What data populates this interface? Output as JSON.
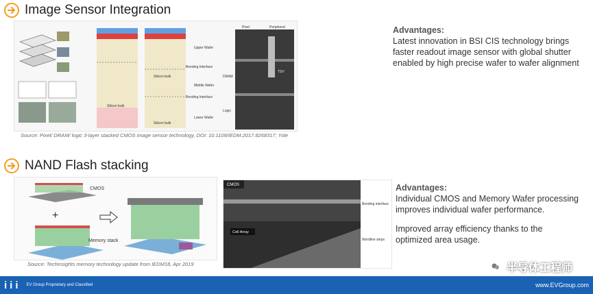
{
  "section1": {
    "title": "Image Sensor Integration",
    "caption": "Source: Pixel/ DRAM/ logic 3-layer stacked CMOS image sensor technology, DOI: 10.1109/IEDM.2017.8268317; Yole",
    "advantages_heading": "Advantages:",
    "advantages_text": "Latest innovation in BSI CIS technology brings faster readout image sensor with global shutter enabled by high precise wafer to wafer alignment",
    "fig_labels": {
      "upper_wafer": "Upper Wafer",
      "bonding_interface": "Bonding Interface",
      "middle_wafer": "Middle Wafer",
      "lower_wafer": "Lower Wafer",
      "silicon_bulk": "Silicon bulk",
      "pixel": "Pixel",
      "peripheral": "Peripheral",
      "tsv": "TSV",
      "dram": "DRAM",
      "logic": "Logic"
    }
  },
  "section2": {
    "title": "NAND Flash stacking",
    "caption": "Source: Techinsights memory technology update from IEDM18, Apr 2019",
    "advantages_heading": "Advantages:",
    "advantages_text1": "Individual CMOS and Memory Wafer processing  improves individual wafer performance.",
    "advantages_text2": "Improved array efficiency thanks to the optimized area usage.",
    "fig_labels": {
      "cmos": "CMOS",
      "memory_stack": "Memory stack",
      "plus": "+",
      "sem_cmos": "CMOS",
      "cell_array": "Cell Array",
      "bonding_interface": "Bonding interface",
      "wordline_steps": "Wordline steps"
    }
  },
  "footer": {
    "logo": "iii",
    "text": "EV Group Proprietary and Classified",
    "url": "www.EVGroup.com"
  },
  "watermark": "半导体工程师",
  "colors": {
    "accent": "#f0a020",
    "footer_bg": "#1a62b4"
  }
}
